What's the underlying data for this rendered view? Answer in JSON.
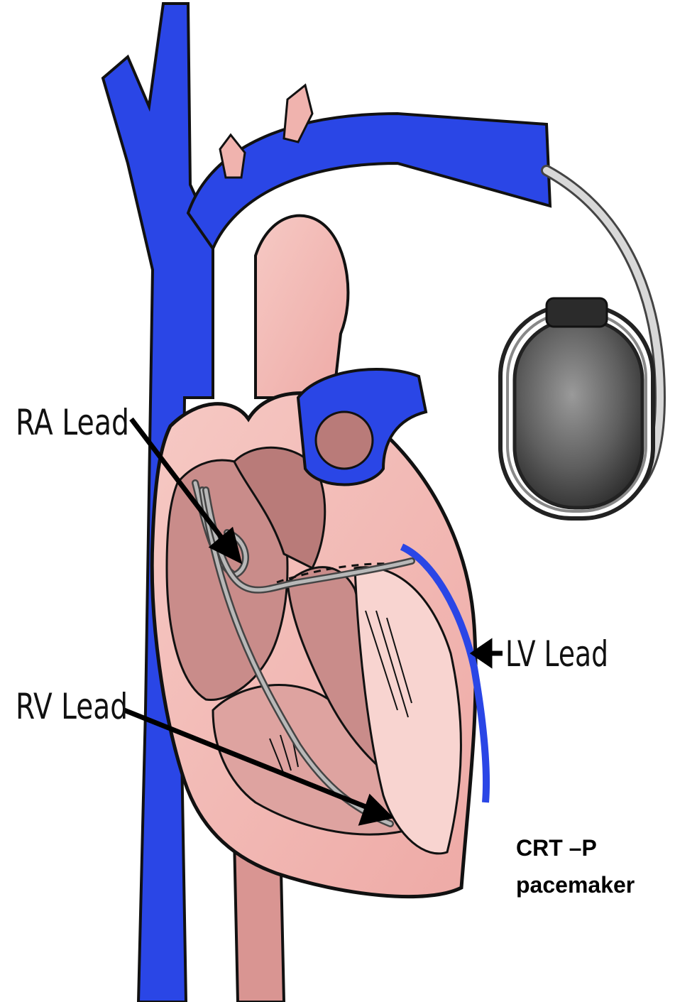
{
  "labels": {
    "ra_lead": "RA Lead",
    "rv_lead": "RV Lead",
    "lv_lead": "LV Lead",
    "device_line1": "CRT –P",
    "device_line2": "pacemaker"
  },
  "colors": {
    "vein_blue": "#2a46e6",
    "heart_pink": "#f2b7b3",
    "heart_pink_light": "#f8d4d0",
    "chamber_mauve": "#c98c8a",
    "device_gray": "#6e6e6e",
    "lead_gray": "#9a9a9a",
    "outline": "#111111"
  }
}
